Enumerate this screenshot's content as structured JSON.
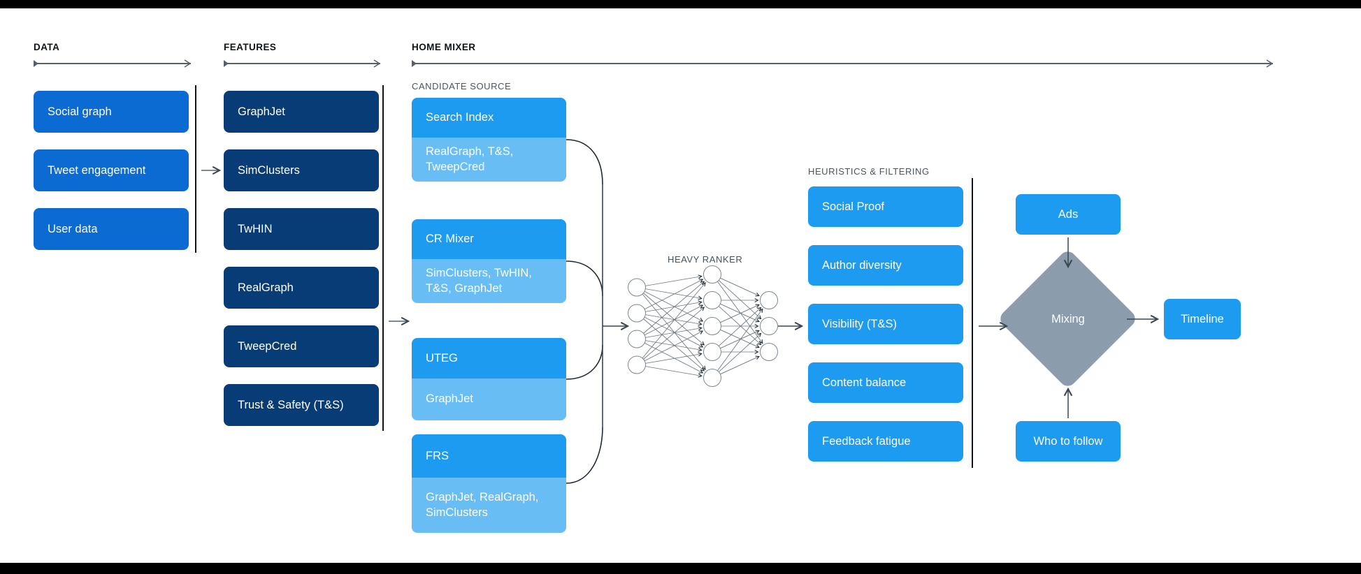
{
  "sections": {
    "data": {
      "label": "DATA"
    },
    "features": {
      "label": "FEATURES"
    },
    "home_mixer": {
      "label": "HOME MIXER"
    },
    "candidate_source": {
      "label": "CANDIDATE SOURCE"
    },
    "heuristics": {
      "label": "HEURISTICS & FILTERING"
    },
    "heavy_ranker": {
      "label": "HEAVY RANKER"
    }
  },
  "data_boxes": [
    {
      "label": "Social graph"
    },
    {
      "label": "Tweet engagement"
    },
    {
      "label": "User data"
    }
  ],
  "feature_boxes": [
    {
      "label": "GraphJet"
    },
    {
      "label": "SimClusters"
    },
    {
      "label": "TwHIN"
    },
    {
      "label": "RealGraph"
    },
    {
      "label": "TweepCred"
    },
    {
      "label": "Trust & Safety (T&S)"
    }
  ],
  "candidate_sources": [
    {
      "title": "Search Index",
      "features": "RealGraph, T&S,\nTweepCred"
    },
    {
      "title": "CR Mixer",
      "features": "SimClusters, TwHIN,\nT&S, GraphJet"
    },
    {
      "title": "UTEG",
      "features": "GraphJet"
    },
    {
      "title": "FRS",
      "features": "GraphJet, RealGraph,\nSimClusters"
    }
  ],
  "heuristic_boxes": [
    {
      "label": "Social Proof"
    },
    {
      "label": "Author diversity"
    },
    {
      "label": "Visibility (T&S)"
    },
    {
      "label": "Content balance"
    },
    {
      "label": "Feedback fatigue"
    }
  ],
  "outputs": {
    "ads": "Ads",
    "mixing": "Mixing",
    "timeline": "Timeline",
    "who_to_follow": "Who to follow"
  },
  "network": {
    "input_nodes": 4,
    "hidden_nodes": 5,
    "output_nodes": 3
  },
  "colors": {
    "data_blue": "#0b6bd3",
    "feature_navy": "#083c77",
    "accent_blue": "#1d9bf0",
    "light_blue": "#69bdf5",
    "diamond_gray": "#8b9dac",
    "rule": "#0f1419",
    "arrow": "#56606a"
  }
}
